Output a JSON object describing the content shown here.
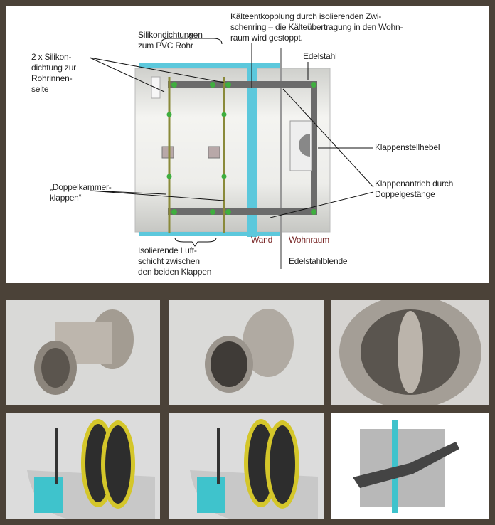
{
  "diagram": {
    "labels": {
      "kaelteentkopplung": "Kälteentkopplung durch isolierenden Zwi-\nschenring – die Kälteübertragung in den Wohn-\nraum wird gestoppt.",
      "silikondichtungen": "Silikondichtungen\nzum PVC Rohr",
      "silikon_innen": "2 x Silikon-\ndichtung zur\nRohrinnen-\nseite",
      "edelstahl": "Edelstahl",
      "klappenstellhebel": "Klappenstellhebel",
      "doppelkammer": "„Doppelkammer-\nklappen“",
      "klappenantrieb": "Klappenantrieb durch\nDoppelgestänge",
      "wand": "Wand",
      "wohnraum": "Wohnraum",
      "isolierende": "Isolierende Luft-\nschicht zwischen\nden beiden Klappen",
      "edelstahlblende": "Edelstahlblende"
    },
    "colors": {
      "insulation": "#5cc8dc",
      "frame": "#6b6b6b",
      "pivot": "#3fae3f",
      "background": "#4b4238"
    }
  },
  "photos": [
    {
      "name": "photo-damper-side-view"
    },
    {
      "name": "photo-damper-front-view"
    },
    {
      "name": "photo-damper-inside-view"
    },
    {
      "name": "render-damper-cutaway-1"
    },
    {
      "name": "render-damper-cutaway-2"
    },
    {
      "name": "render-damper-top-view"
    }
  ]
}
